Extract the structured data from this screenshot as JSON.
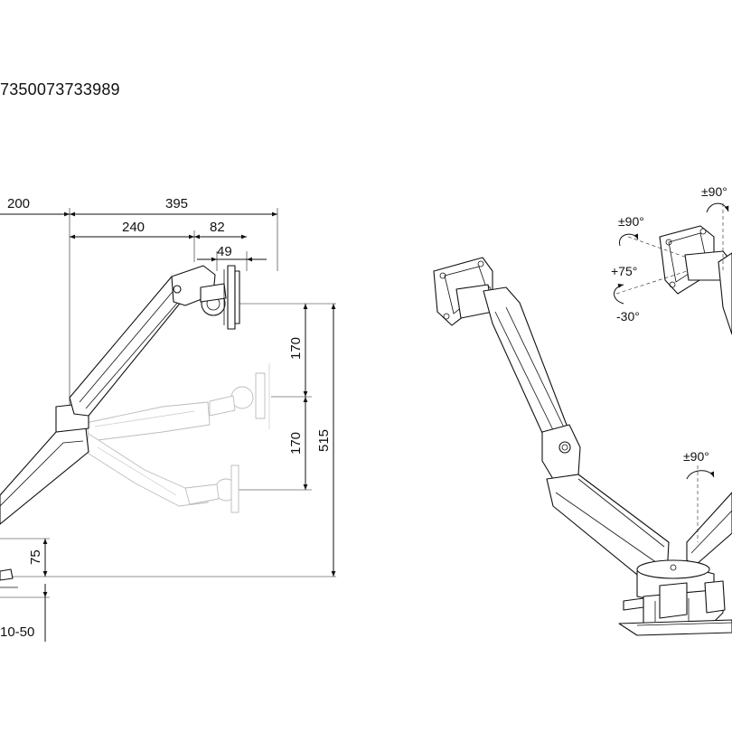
{
  "product_code": "7350073733989",
  "side_view": {
    "dimensions": {
      "reach_left": "200",
      "reach_total": "395",
      "arm_segment": "240",
      "head_offset": "82",
      "plate_depth": "49",
      "height_up": "170",
      "height_down": "170",
      "height_total": "515",
      "clamp_height": "75",
      "desk_thickness": "10-50"
    }
  },
  "iso_view": {
    "rotation_labels": {
      "rotate_top": "±90°",
      "swivel_left": "±90°",
      "tilt_up": "+75°",
      "tilt_down": "-30°",
      "arm_swivel": "±90°"
    }
  }
}
